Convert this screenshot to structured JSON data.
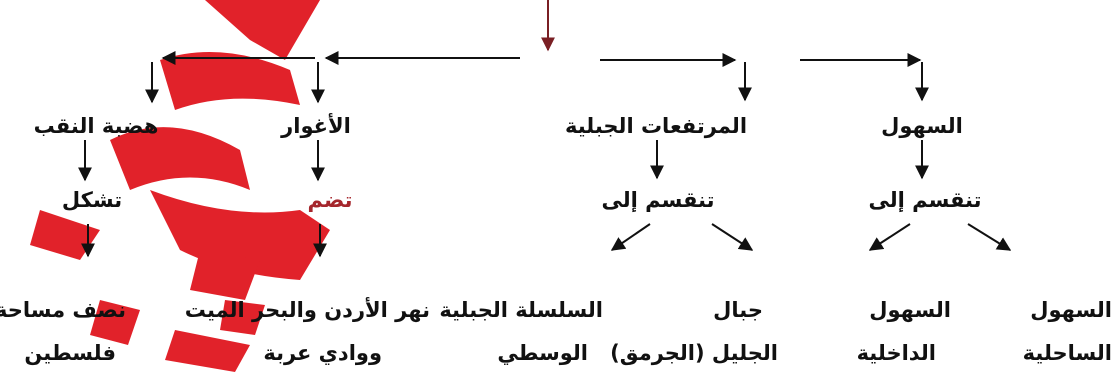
{
  "colors": {
    "ink": "#111111",
    "accent_red": "#a5262c",
    "watermark": "#e0171f",
    "arrow_alt": "#7a1f24"
  },
  "watermark": {
    "text": ""
  },
  "categories": [
    {
      "label": "السهول",
      "sub_label": "تنقسم إلى"
    },
    {
      "label": "المرتفعات الجبلية",
      "sub_label": "تنقسم إلى"
    },
    {
      "label": "الأغوار",
      "sub_label": "تضم"
    },
    {
      "label": "هضبة النقب",
      "sub_label": "تشكل"
    }
  ],
  "leaves": [
    {
      "lines": [
        "السهول",
        "الساحلية"
      ]
    },
    {
      "lines": [
        "السهول",
        "الداخلية"
      ]
    },
    {
      "lines": [
        "جبال",
        "الجليل (الجرمق)"
      ]
    },
    {
      "lines": [
        "السلسلة الجبلية",
        "الوسطي"
      ]
    },
    {
      "lines": [
        "نهر الأردن والبحر الميت",
        "ووادي عربة"
      ]
    },
    {
      "lines": [
        "نصف مساحة",
        "فلسطين"
      ]
    }
  ]
}
